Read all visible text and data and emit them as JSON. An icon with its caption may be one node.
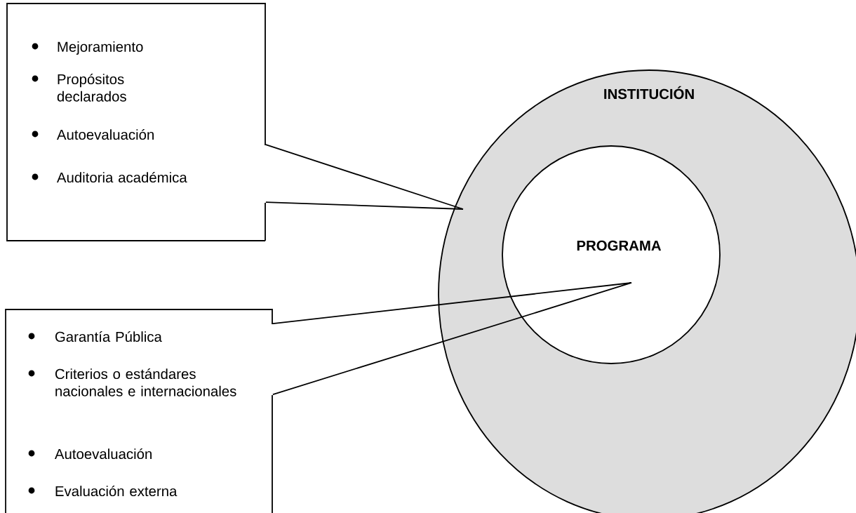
{
  "diagram": {
    "nodes": [
      {
        "text": [
          "INSTITUCIÓN"
        ]
      },
      {
        "text": [
          "PROGRAMA"
        ],
        "in": 0
      },
      {
        "text": [
          "Mejoramiento",
          "Propósitos declarados",
          "Autoevaluación",
          "Auditoria académica"
        ]
      },
      {
        "text": [
          "Garantía Pública",
          "Criterios o estándares nacionales e internacionales",
          "Autoevaluación",
          "Evaluación externa"
        ]
      }
    ],
    "edges": [
      {
        "from": 2,
        "to": 0,
        "arrow": "none"
      },
      {
        "from": 3,
        "to": 1,
        "arrow": "none"
      }
    ]
  }
}
